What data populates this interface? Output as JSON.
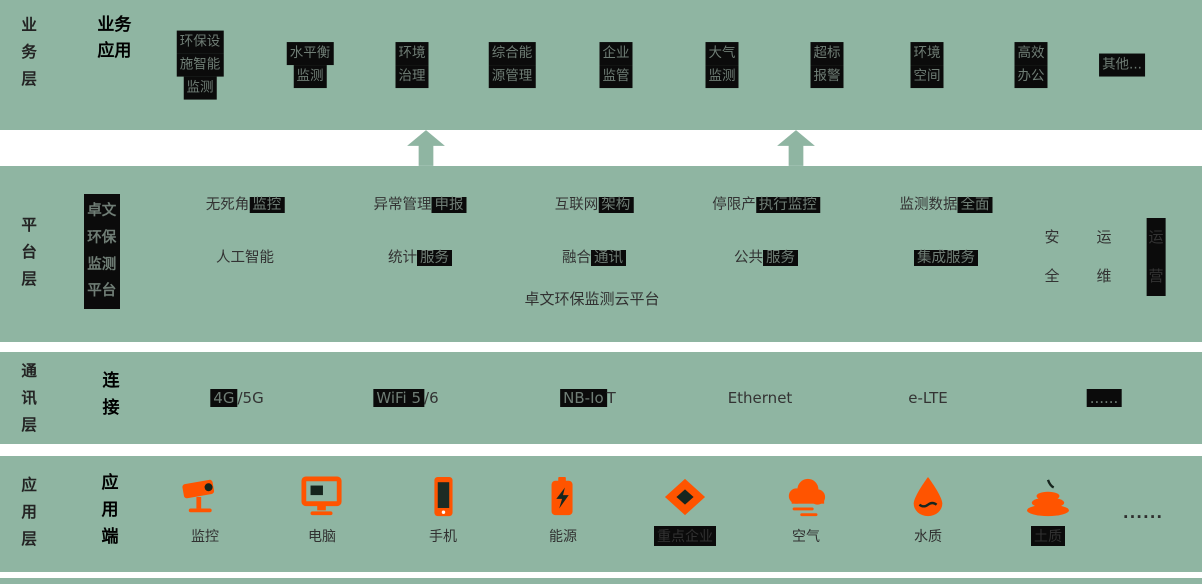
{
  "colors": {
    "band_green": "#8fb5a2",
    "accent_orange": "#ff5400",
    "highlight_bg": "#0b0b0b",
    "text_dark": "#333333"
  },
  "business": {
    "layer_label": "业务层",
    "group_label": "业务应用",
    "items": [
      {
        "l1": "环保设",
        "l2": "施智能",
        "l3": "监测"
      },
      {
        "l1": "水平衡",
        "l2": "监测"
      },
      {
        "l1": "环境",
        "l2": "治理"
      },
      {
        "l1": "综合能",
        "l2": "源管理"
      },
      {
        "l1": "企业",
        "l2": "监管"
      },
      {
        "l1": "大气",
        "l2": "监测"
      },
      {
        "l1": "超标",
        "l2": "报警"
      },
      {
        "l1": "环境",
        "l2": "空间"
      },
      {
        "l1": "高效",
        "l2": "办公"
      },
      {
        "l1": "其他..."
      }
    ]
  },
  "platform": {
    "layer_label": "平台层",
    "group_label": "卓文环保监测平台",
    "row1": [
      {
        "a": "无死角",
        "b": "监控"
      },
      {
        "a": "异常管理",
        "b": "申报"
      },
      {
        "a": "互联网",
        "b": "架构"
      },
      {
        "a": "停限产",
        "b": "执行监控"
      },
      {
        "a": "监测数据",
        "b": "全面"
      }
    ],
    "row2": [
      {
        "a": "人工智能"
      },
      {
        "a": "统计",
        "b": "服务"
      },
      {
        "a": "融合",
        "b": "通讯"
      },
      {
        "a": "公共",
        "b": "服务"
      },
      {
        "b": "集成服务"
      }
    ],
    "cloud_label": "卓文环保监测云平台",
    "side": {
      "s1": "安全",
      "s2": "运维",
      "s3": "运营"
    }
  },
  "comm": {
    "layer_label": "通讯层",
    "group_label": "连接",
    "items": [
      {
        "hl": "4G",
        "rest": "/5G"
      },
      {
        "hl": "WiFi 5",
        "rest": "/6"
      },
      {
        "hl": "NB-Io",
        "rest": "T"
      },
      {
        "rest": "Ethernet"
      },
      {
        "rest": "e-LTE"
      },
      {
        "hl": "......"
      }
    ]
  },
  "application": {
    "layer_label": "应用层",
    "group_label": "应用端",
    "items": [
      {
        "icon": "cctv-camera",
        "label": "监控"
      },
      {
        "icon": "computer",
        "label": "电脑"
      },
      {
        "icon": "phone",
        "label": "手机"
      },
      {
        "icon": "energy",
        "label": "能源"
      },
      {
        "icon": "enterprise",
        "label": "重点企业"
      },
      {
        "icon": "air-cloud",
        "label": "空气"
      },
      {
        "icon": "water-drop",
        "label": "水质"
      },
      {
        "icon": "soil-layers",
        "label": "土质"
      }
    ],
    "more_label": "......"
  }
}
